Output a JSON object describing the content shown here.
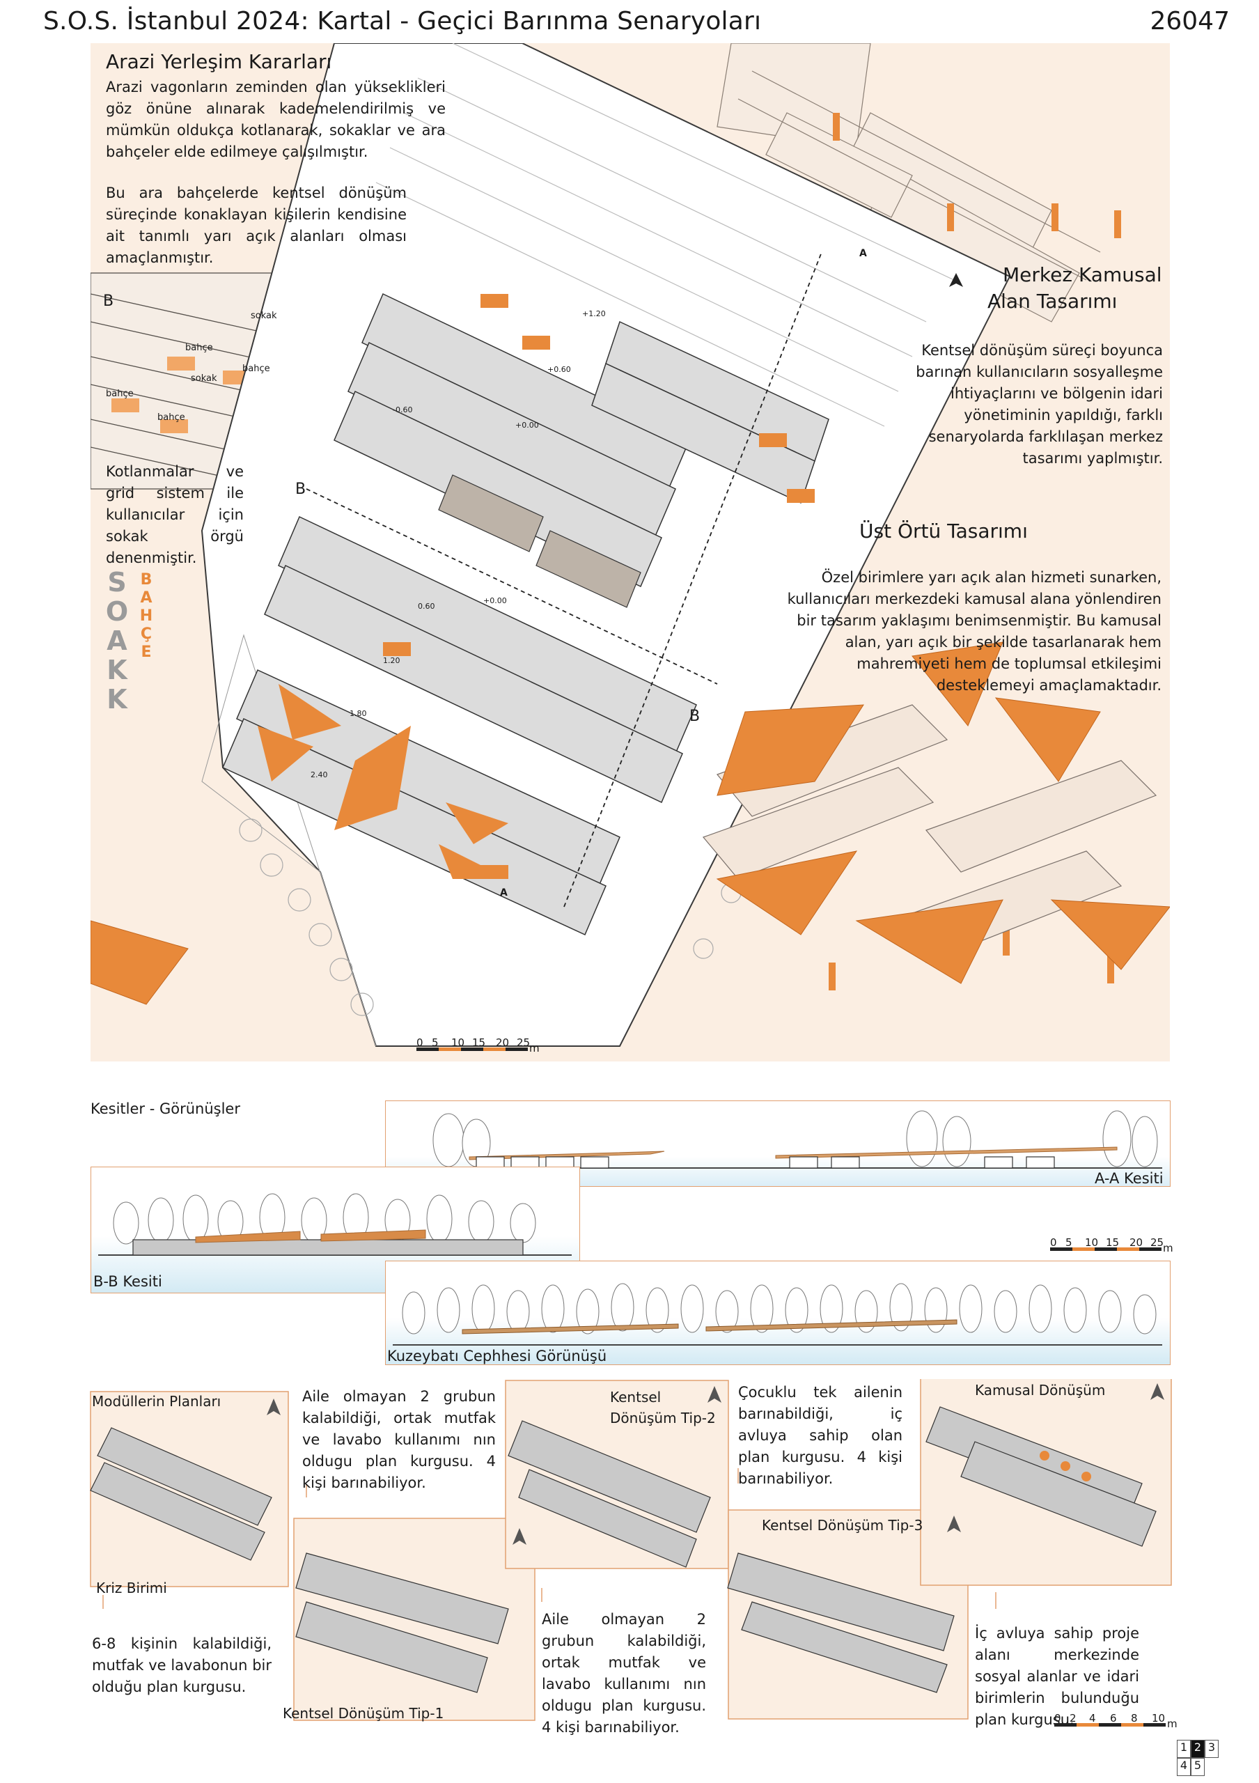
{
  "header": {
    "title": "S.O.S. İstanbul 2024: Kartal - Geçici Barınma Senaryoları",
    "code": "26047"
  },
  "arazi": {
    "heading": "Arazi Yerleşim Kararları",
    "p1": "Arazi vagonların zeminden olan yükseklikleri göz önüne alınarak kademelendirilmiş ve mümkün oldukça kotlanarak, sokaklar ve ara bahçeler elde edilmeye çalışılmıştır.",
    "p2": "Bu ara bahçelerde kentsel dönüşüm süreçinde konaklayan kişilerin kendisine ait tanımlı yarı açık alanları olması amaçlanmıştır."
  },
  "inset": {
    "section_mark": "B",
    "labels": [
      "sokak",
      "bahçe",
      "bahçe",
      "sokak",
      "bahçe",
      "bahçe"
    ]
  },
  "kot": "Kotlanmalar ve grid sistem ile kullanıcılar için sokak örgü denenmiştir.",
  "vertical": {
    "sokak": [
      "S",
      "O",
      "A",
      "K",
      "K"
    ],
    "bahce": [
      "B",
      "A",
      "H",
      "Ç",
      "E"
    ]
  },
  "merkez": {
    "heading_1": "Merkez Kamusal",
    "heading_2": "Alan Tasarımı",
    "text": "Kentsel dönüşüm süreçi boyunca barınan kullanıcıların sosyalleşme ihtiyaçlarını ve bölgenin idari yönetiminin yapıldığı, farklı senaryolarda farklılaşan merkez tasarımı yaplmıştır."
  },
  "ust": {
    "heading": "Üst Örtü Tasarımı",
    "text": "Özel birimlere yarı açık alan hizmeti sunarken, kullanıcıları merkezdeki kamusal alana yönlendiren bir tasarım yaklaşımı benimsenmiştir. Bu kamusal alan, yarı açık bir şekilde tasarlanarak hem mahremiyeti hem de toplumsal etkileşimi desteklemeyi amaçlamaktadır."
  },
  "plan": {
    "marks": {
      "A": "A",
      "B": "B"
    },
    "levels": [
      "+1.20",
      "+0.60",
      "+0.00",
      "-0.60",
      "0.60",
      "+0.00",
      "1.20",
      "1.80",
      "2.40"
    ],
    "scale": [
      "0",
      "5",
      "10",
      "15",
      "20",
      "25"
    ],
    "scale_unit": "m"
  },
  "sections": {
    "heading": "Kesitler - Görünüşler",
    "aa": "A-A Kesiti",
    "bb": "B-B Kesiti",
    "kuzey": "Kuzeybatı Cephhesi Görünüşü",
    "scale": [
      "0",
      "5",
      "10",
      "15",
      "20",
      "25"
    ],
    "scale_unit": "m"
  },
  "modules": {
    "plans_title": "Modüllerin Planları",
    "kriz": "Kriz Birimi",
    "kriz_text": "6-8 kişinin kalabildiği, mutfak ve lavabonun bir olduğu plan kurgusu.",
    "tip1": "Kentsel Dönüşüm Tip-1",
    "tip1_text": "Aile olmayan 2 grubun kalabildiği, ortak mutfak ve lavabo kullanımı nın oldugu plan kurgusu. 4 kişi barınabiliyor.",
    "tip2_1": "Kentsel",
    "tip2_2": "Dönüşüm Tip-2",
    "tip2_text": "Aile olmayan 2 grubun kalabildiği, ortak mutfak ve lavabo kullanımı nın oldugu plan kurgusu. 4 kişi barınabiliyor.",
    "tip3": "Kentsel Dönüşüm Tip-3",
    "tip3_text": "Çocuklu tek ailenin barınabildiği, iç avluya sahip olan plan kurgusu. 4 kişi barınabiliyor.",
    "kamusal": "Kamusal Dönüşüm",
    "kamusal_text": "İç avluya sahip proje alanı merkezinde sosyal alanlar ve idari birimlerin bulunduğu plan kurgusu.",
    "scale": [
      "0",
      "2",
      "4",
      "6",
      "8",
      "10"
    ],
    "scale_unit": "m"
  },
  "grid": [
    "1",
    "2",
    "3",
    "4",
    "5"
  ],
  "colors": {
    "accent": "#e8893a",
    "cream": "#fbeee2",
    "frame": "#e2a070"
  }
}
